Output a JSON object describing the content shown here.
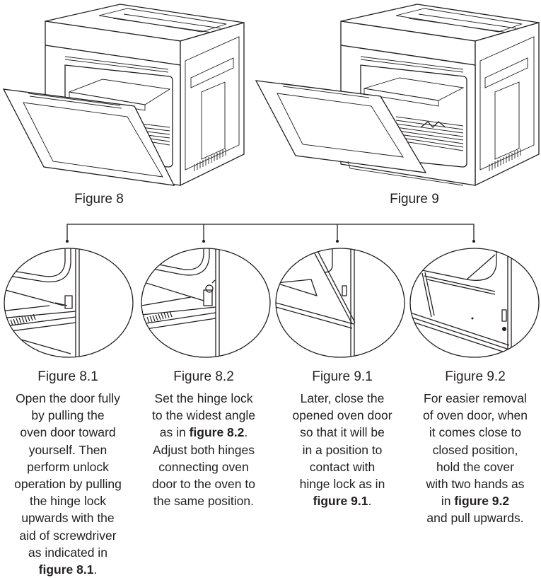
{
  "figures": {
    "figure8": {
      "caption": "Figure 8"
    },
    "figure9": {
      "caption": "Figure 9"
    }
  },
  "steps": [
    {
      "title": "Figure 8.1",
      "body_lines": [
        "Open the door fully",
        "by pulling the",
        "oven door toward",
        "yourself. Then",
        "perform unlock",
        "operation by pulling",
        "the hinge lock",
        "upwards with the",
        "aid of screwdriver",
        "as indicated in"
      ],
      "ref_bold": "figure 8.1",
      "ref_suffix": "."
    },
    {
      "title": "Figure 8.2",
      "body_lines": [
        "Set the hinge lock",
        "to the widest angle"
      ],
      "ref_prefix": "as in ",
      "ref_bold": "figure 8.2",
      "ref_suffix": ".",
      "tail_lines": [
        "Adjust both hinges",
        "connecting oven",
        "door to the oven to",
        "the same position."
      ]
    },
    {
      "title": "Figure 9.1",
      "body_lines": [
        "Later, close the",
        "opened oven door",
        "so that it will be",
        "in a position to",
        "contact with",
        "hinge lock as in"
      ],
      "ref_bold": "figure 9.1",
      "ref_suffix": "."
    },
    {
      "title": "Figure 9.2",
      "body_lines": [
        "For easier removal",
        "of oven door, when",
        "it comes close to",
        "closed position,",
        "hold the cover",
        "with two hands as"
      ],
      "ref_prefix": "in ",
      "ref_bold": "figure 9.2",
      "ref_suffix": "",
      "tail_lines": [
        "and pull upwards."
      ]
    }
  ]
}
